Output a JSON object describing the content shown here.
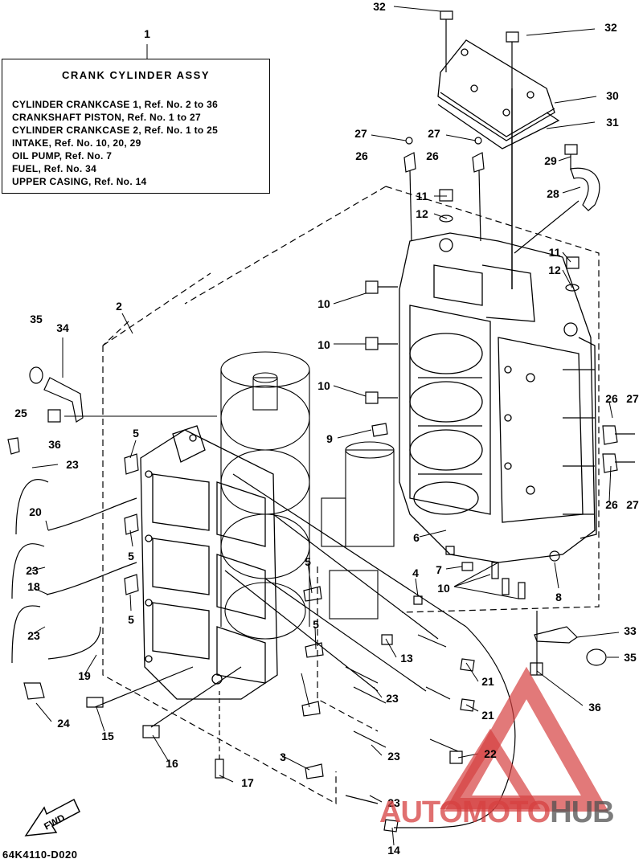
{
  "title_box": {
    "title": "CRANK CYLINDER ASSY",
    "lines": [
      "CYLINDER CRANKCASE 1, Ref. No. 2 to 36",
      "CRANKSHAFT PISTON, Ref. No. 1 to 27",
      "CYLINDER CRANKCASE 2, Ref. No. 1 to 25",
      "INTAKE, Ref. No. 10, 20, 29",
      "OIL PUMP, Ref. No. 7",
      "FUEL, Ref. No. 34",
      "UPPER CASING, Ref. No. 14"
    ]
  },
  "callouts": [
    "32",
    "32",
    "1",
    "30",
    "31",
    "27",
    "27",
    "26",
    "26",
    "29",
    "11",
    "12",
    "28",
    "11",
    "12",
    "2",
    "10",
    "10",
    "10",
    "35",
    "34",
    "25",
    "36",
    "9",
    "26",
    "27",
    "26",
    "27",
    "5",
    "23",
    "20",
    "5",
    "6",
    "7",
    "10",
    "4",
    "8",
    "23",
    "18",
    "5",
    "5",
    "23",
    "13",
    "33",
    "35",
    "19",
    "5",
    "21",
    "21",
    "36",
    "24",
    "23",
    "15",
    "16",
    "23",
    "22",
    "3",
    "17",
    "23",
    "14"
  ],
  "fwd_label": "FWD",
  "drawing_code": "64K4110-D020",
  "watermark": {
    "part1": "AUTOMOTO",
    "part2": "HUB",
    "color": "#d64040"
  }
}
